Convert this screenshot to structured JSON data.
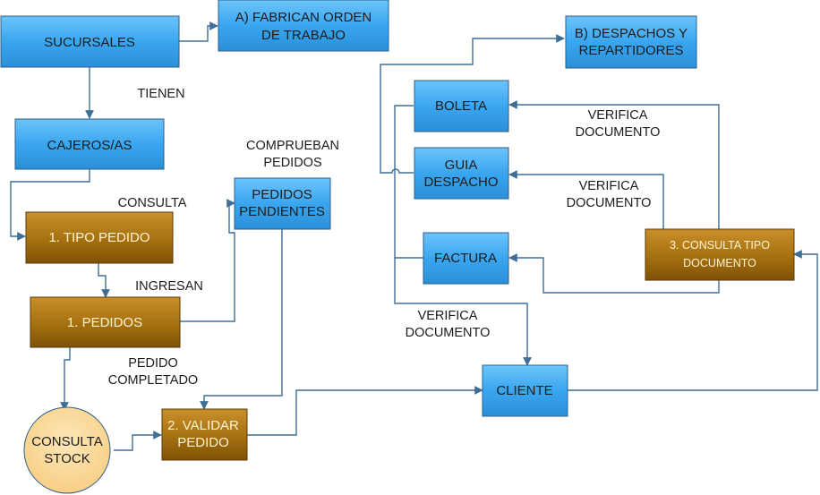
{
  "nodes": {
    "sucursales": {
      "lines": [
        "SUCURSALES"
      ]
    },
    "fabrican": {
      "lines": [
        "A) FABRICAN ORDEN",
        "DE TRABAJO"
      ]
    },
    "cajeros": {
      "lines": [
        "CAJEROS/AS"
      ]
    },
    "tipo_pedido": {
      "lines": [
        "1. TIPO PEDIDO"
      ]
    },
    "pedidos": {
      "lines": [
        "1. PEDIDOS"
      ]
    },
    "consulta_stock": {
      "lines": [
        "CONSULTA",
        "STOCK"
      ]
    },
    "validar_pedido": {
      "lines": [
        "2. VALIDAR",
        "PEDIDO"
      ]
    },
    "pedidos_pendientes": {
      "lines": [
        "PEDIDOS",
        "PENDIENTES"
      ]
    },
    "despachos": {
      "lines": [
        "B) DESPACHOS Y",
        "REPARTIDORES"
      ]
    },
    "boleta": {
      "lines": [
        "BOLETA"
      ]
    },
    "guia_despacho": {
      "lines": [
        "GUIA",
        "DESPACHO"
      ]
    },
    "factura": {
      "lines": [
        "FACTURA"
      ]
    },
    "consulta_tipo_documento": {
      "lines": [
        "3. CONSULTA TIPO",
        "DOCUMENTO"
      ]
    },
    "cliente": {
      "lines": [
        "CLIENTE"
      ]
    }
  },
  "labels": {
    "tienen": {
      "lines": [
        "TIENEN"
      ]
    },
    "consulta": {
      "lines": [
        "CONSULTA"
      ]
    },
    "ingresan": {
      "lines": [
        "INGRESAN"
      ]
    },
    "pedido_completado": {
      "lines": [
        "PEDIDO",
        "COMPLETADO"
      ]
    },
    "comprueban_pedidos": {
      "lines": [
        "COMPRUEBAN",
        "PEDIDOS"
      ]
    },
    "verifica_boleta": {
      "lines": [
        "VERIFICA",
        "DOCUMENTO"
      ]
    },
    "verifica_guia": {
      "lines": [
        "VERIFICA",
        "DOCUMENTO"
      ]
    },
    "verifica_cliente": {
      "lines": [
        "VERIFICA",
        "DOCUMENTO"
      ]
    }
  },
  "colors": {
    "process_blue": "#3fa9f5",
    "process_brown": "#a8700f",
    "data_store_circle": "#fbd89a",
    "connector": "#3f6e97"
  }
}
